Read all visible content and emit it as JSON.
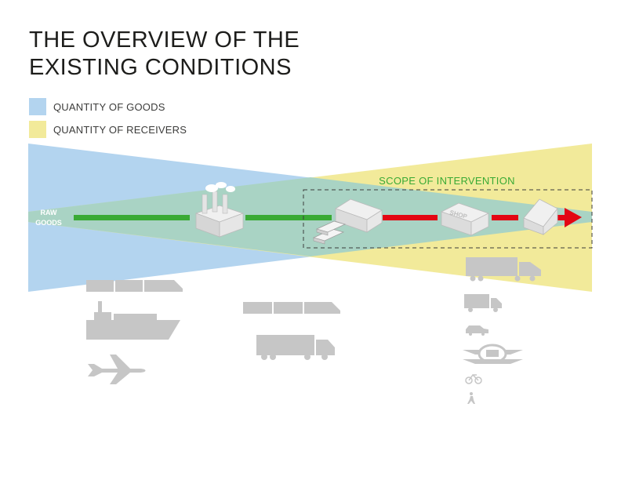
{
  "title": {
    "line1": "THE OVERVIEW OF THE",
    "line2": "EXISTING CONDITIONS"
  },
  "legend": [
    {
      "label": "QUANTITY OF GOODS",
      "color": "#b3d4ef"
    },
    {
      "label": "QUANTITY OF RECEIVERS",
      "color": "#f2ea9a"
    }
  ],
  "diagram": {
    "start_label_line1": "RAW",
    "start_label_line2": "GOODS",
    "scope_label": "SCOPE OF INTERVENTION",
    "shop_label": "SHOP",
    "colors": {
      "goods": "#b3d4ef",
      "receivers": "#f2ea9a",
      "overlap": "#a9d3c4",
      "flow_green": "#3aaa35",
      "flow_red": "#e30613",
      "scope_text": "#3aaa35",
      "icon_grey": "#c6c6c6"
    },
    "icons": {
      "long_haul": [
        "train-icon",
        "container-ship-icon",
        "airplane-icon"
      ],
      "regional": [
        "train-icon",
        "semi-truck-icon"
      ],
      "last_mile": [
        "semi-truck-icon",
        "box-truck-icon",
        "car-icon",
        "ttc-streetcar-icon",
        "bicycle-icon",
        "pedestrian-icon"
      ]
    }
  }
}
